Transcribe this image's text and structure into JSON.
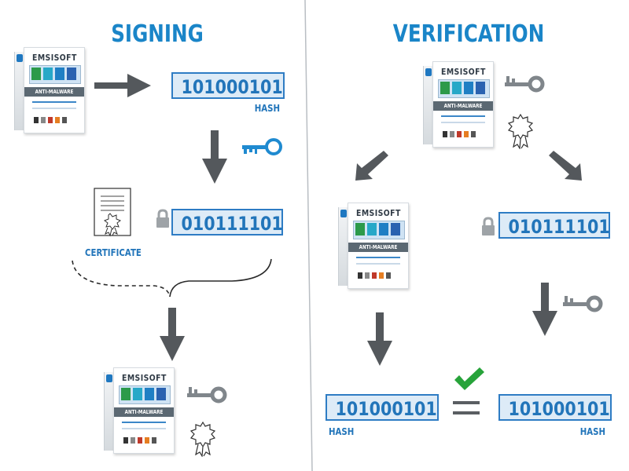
{
  "titles": {
    "signing": "SIGNING",
    "verification": "VERIFICATION"
  },
  "hashes": {
    "sign_hash": "101000101",
    "sign_encrypted": "010111101",
    "verify_encrypted": "010111101",
    "verify_left": "101000101",
    "verify_right": "101000101"
  },
  "labels": {
    "hash_sign": "HASH",
    "certificate": "CERTIFICATE",
    "hash_left": "HASH",
    "hash_right": "HASH"
  },
  "product": {
    "brand": "EMSISOFT",
    "stripe": "ANTI-MALWARE",
    "tile_colors": [
      "#2c9a4a",
      "#27a8c8",
      "#1f7fc4",
      "#2a62b0"
    ]
  },
  "equals_sign": "=",
  "icons": {
    "key_blue": "key-icon",
    "key_gray": "key-icon",
    "lock": "lock-icon",
    "seal": "seal-icon",
    "certificate": "certificate-document-icon",
    "checkmark": "checkmark-icon"
  },
  "colors": {
    "accent_blue": "#1a85c8",
    "hash_box_fill": "#ddebf7",
    "hash_box_border": "#2e7cc4",
    "arrow_gray": "#54585c",
    "key_gray": "#80868b",
    "key_blue": "#1f8ad0",
    "check_green": "#27a33a"
  }
}
